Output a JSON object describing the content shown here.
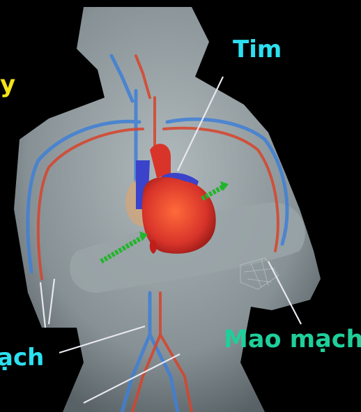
{
  "labels": {
    "heart": "Tim",
    "left_partial": "y",
    "left_bottom_partial": "ạch",
    "capillaries": "Mao mạch"
  },
  "colors": {
    "background": "#000000",
    "cyan_label": "#2ce0f0",
    "yellow_label": "#f2e21a",
    "green_label": "#1fcf9a",
    "artery": "#d8432a",
    "vein": "#3f7fd6"
  }
}
